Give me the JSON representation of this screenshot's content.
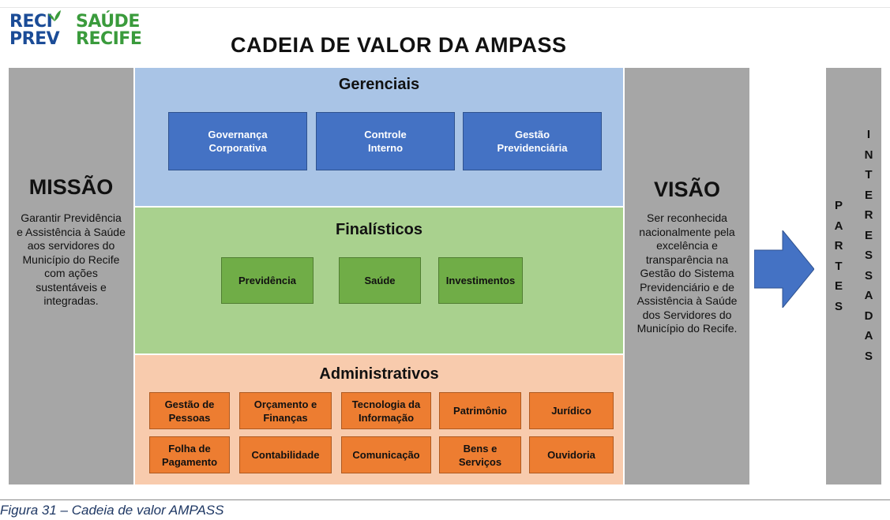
{
  "logos": {
    "reci_line1": "RECI",
    "reci_line2": "PREV",
    "saude_line1": "SAÚDE",
    "saude_line2": "RECIFE"
  },
  "title": "CADEIA DE VALOR DA AMPASS",
  "missao": {
    "heading": "MISSÃO",
    "lines": [
      "Garantir Previdência",
      "e Assistência à Saúde",
      "aos servidores do",
      "Município do Recife",
      "com ações",
      "sustentáveis e",
      "integradas."
    ]
  },
  "visao": {
    "heading": "VISÃO",
    "lines": [
      "Ser reconhecida",
      "nacionalmente pela",
      "excelência e",
      "transparência na",
      "Gestão do Sistema",
      "Previdenciário e de",
      "Assistência à Saúde",
      "dos Servidores do",
      "Município do Recife."
    ]
  },
  "gerenciais": {
    "title": "Gerenciais",
    "boxes": [
      {
        "l1": "Governança",
        "l2": "Corporativa"
      },
      {
        "l1": "Controle",
        "l2": "Interno"
      },
      {
        "l1": "Gestão",
        "l2": "Previdenciária"
      }
    ]
  },
  "finalisticos": {
    "title": "Finalísticos",
    "boxes": [
      "Previdência",
      "Saúde",
      "Investimentos"
    ]
  },
  "administrativos": {
    "title": "Administrativos",
    "row1": [
      {
        "l1": "Gestão de",
        "l2": "Pessoas"
      },
      {
        "l1": "Orçamento e",
        "l2": "Finanças"
      },
      {
        "l1": "Tecnologia da",
        "l2": "Informação"
      },
      {
        "l1": "Patrimônio",
        "l2": ""
      },
      {
        "l1": "Jurídico",
        "l2": ""
      }
    ],
    "row2": [
      {
        "l1": "Folha de",
        "l2": "Pagamento"
      },
      {
        "l1": "Contabilidade",
        "l2": ""
      },
      {
        "l1": "Comunicação",
        "l2": ""
      },
      {
        "l1": "Bens e",
        "l2": "Serviços"
      },
      {
        "l1": "Ouvidoria",
        "l2": ""
      }
    ]
  },
  "partes": [
    "P",
    "A",
    "R",
    "T",
    "E",
    "S"
  ],
  "interessadas": [
    "I",
    "N",
    "T",
    "E",
    "R",
    "E",
    "S",
    "S",
    "A",
    "D",
    "A",
    "S"
  ],
  "caption": "Figura 31 – Cadeia de valor AMPASS",
  "colors": {
    "gray": "#a6a6a6",
    "blue_band": "#a9c4e6",
    "green_band": "#a9d18e",
    "orange_band": "#f8cbad",
    "blue_box": "#4472c4",
    "green_box": "#70ad47",
    "orange_box": "#ed7d31",
    "arrow": "#4472c4"
  }
}
